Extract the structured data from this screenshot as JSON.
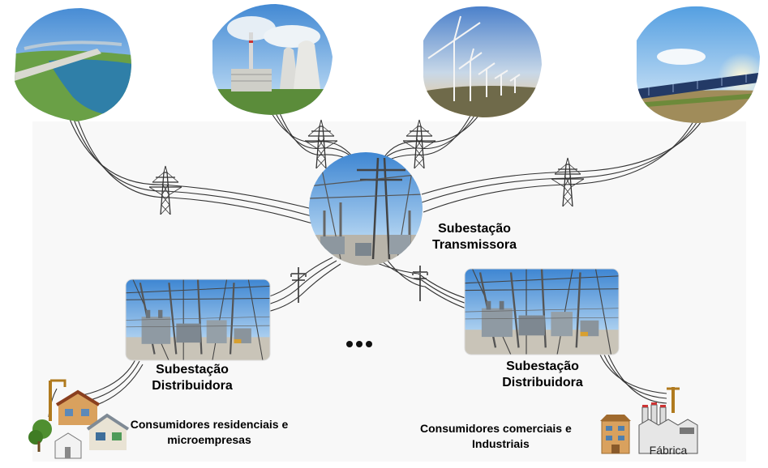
{
  "labels": {
    "transmission_line1": "Subestação",
    "transmission_line2": "Transmissora",
    "dist_left_line1": "Subestação",
    "dist_left_line2": "Distribuidora",
    "dist_right_line1": "Subestação",
    "dist_right_line2": "Distribuidora",
    "residential_line1": "Consumidores residenciais e",
    "residential_line2": "microempresas",
    "commercial_line1": "Consumidores comerciais e",
    "commercial_line2": "Industriais",
    "factory": "Fábrica",
    "ellipsis": "•••"
  },
  "colors": {
    "sky": "#4a8fd6",
    "sky_light": "#cfe6f8",
    "wire": "#333333",
    "grass": "#5f9e3a",
    "water": "#2f7fa8"
  },
  "icons": [
    "hydro-plant",
    "thermal-plant",
    "wind-farm",
    "solar-farm",
    "transmission-tower",
    "substation",
    "residential-houses",
    "factory"
  ]
}
